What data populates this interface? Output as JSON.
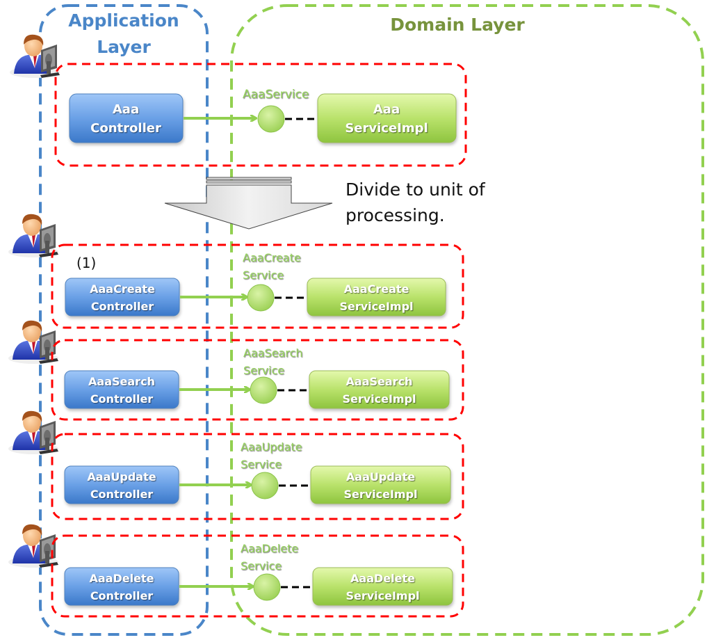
{
  "layers": {
    "application": {
      "title_line1": "Application",
      "title_line2": "Layer",
      "color": "#4a86c8"
    },
    "domain": {
      "title": "Domain Layer",
      "color": "#7a9a3a",
      "border_color": "#92d050"
    }
  },
  "colors": {
    "group_border": "#ff0000",
    "controller_top": "#9cc3f5",
    "controller_bottom": "#3f7ccc",
    "impl_top": "#e2f7a8",
    "impl_bottom": "#8fc640",
    "arrow": "#92d050",
    "interface_fill": "#b5e07a",
    "dependency_line": "#000000"
  },
  "original": {
    "controller": {
      "line1": "Aaa",
      "line2": "Controller"
    },
    "service_label": "AaaService",
    "impl": {
      "line1": "Aaa",
      "line2": "ServiceImpl"
    }
  },
  "transition": {
    "note_line1": "Divide to unit of",
    "note_line2": "processing.",
    "marker": "(1)"
  },
  "units": [
    {
      "controller": {
        "line1": "AaaCreate",
        "line2": "Controller"
      },
      "service_label": {
        "line1": "AaaCreate",
        "line2": "Service"
      },
      "impl": {
        "line1": "AaaCreate",
        "line2": "ServiceImpl"
      }
    },
    {
      "controller": {
        "line1": "AaaSearch",
        "line2": "Controller"
      },
      "service_label": {
        "line1": "AaaSearch",
        "line2": "Service"
      },
      "impl": {
        "line1": "AaaSearch",
        "line2": "ServiceImpl"
      }
    },
    {
      "controller": {
        "line1": "AaaUpdate",
        "line2": "Controller"
      },
      "service_label": {
        "line1": "AaaUpdate",
        "line2": "Service"
      },
      "impl": {
        "line1": "AaaUpdate",
        "line2": "ServiceImpl"
      }
    },
    {
      "controller": {
        "line1": "AaaDelete",
        "line2": "Controller"
      },
      "service_label": {
        "line1": "AaaDelete",
        "line2": "Service"
      },
      "impl": {
        "line1": "AaaDelete",
        "line2": "ServiceImpl"
      }
    }
  ]
}
